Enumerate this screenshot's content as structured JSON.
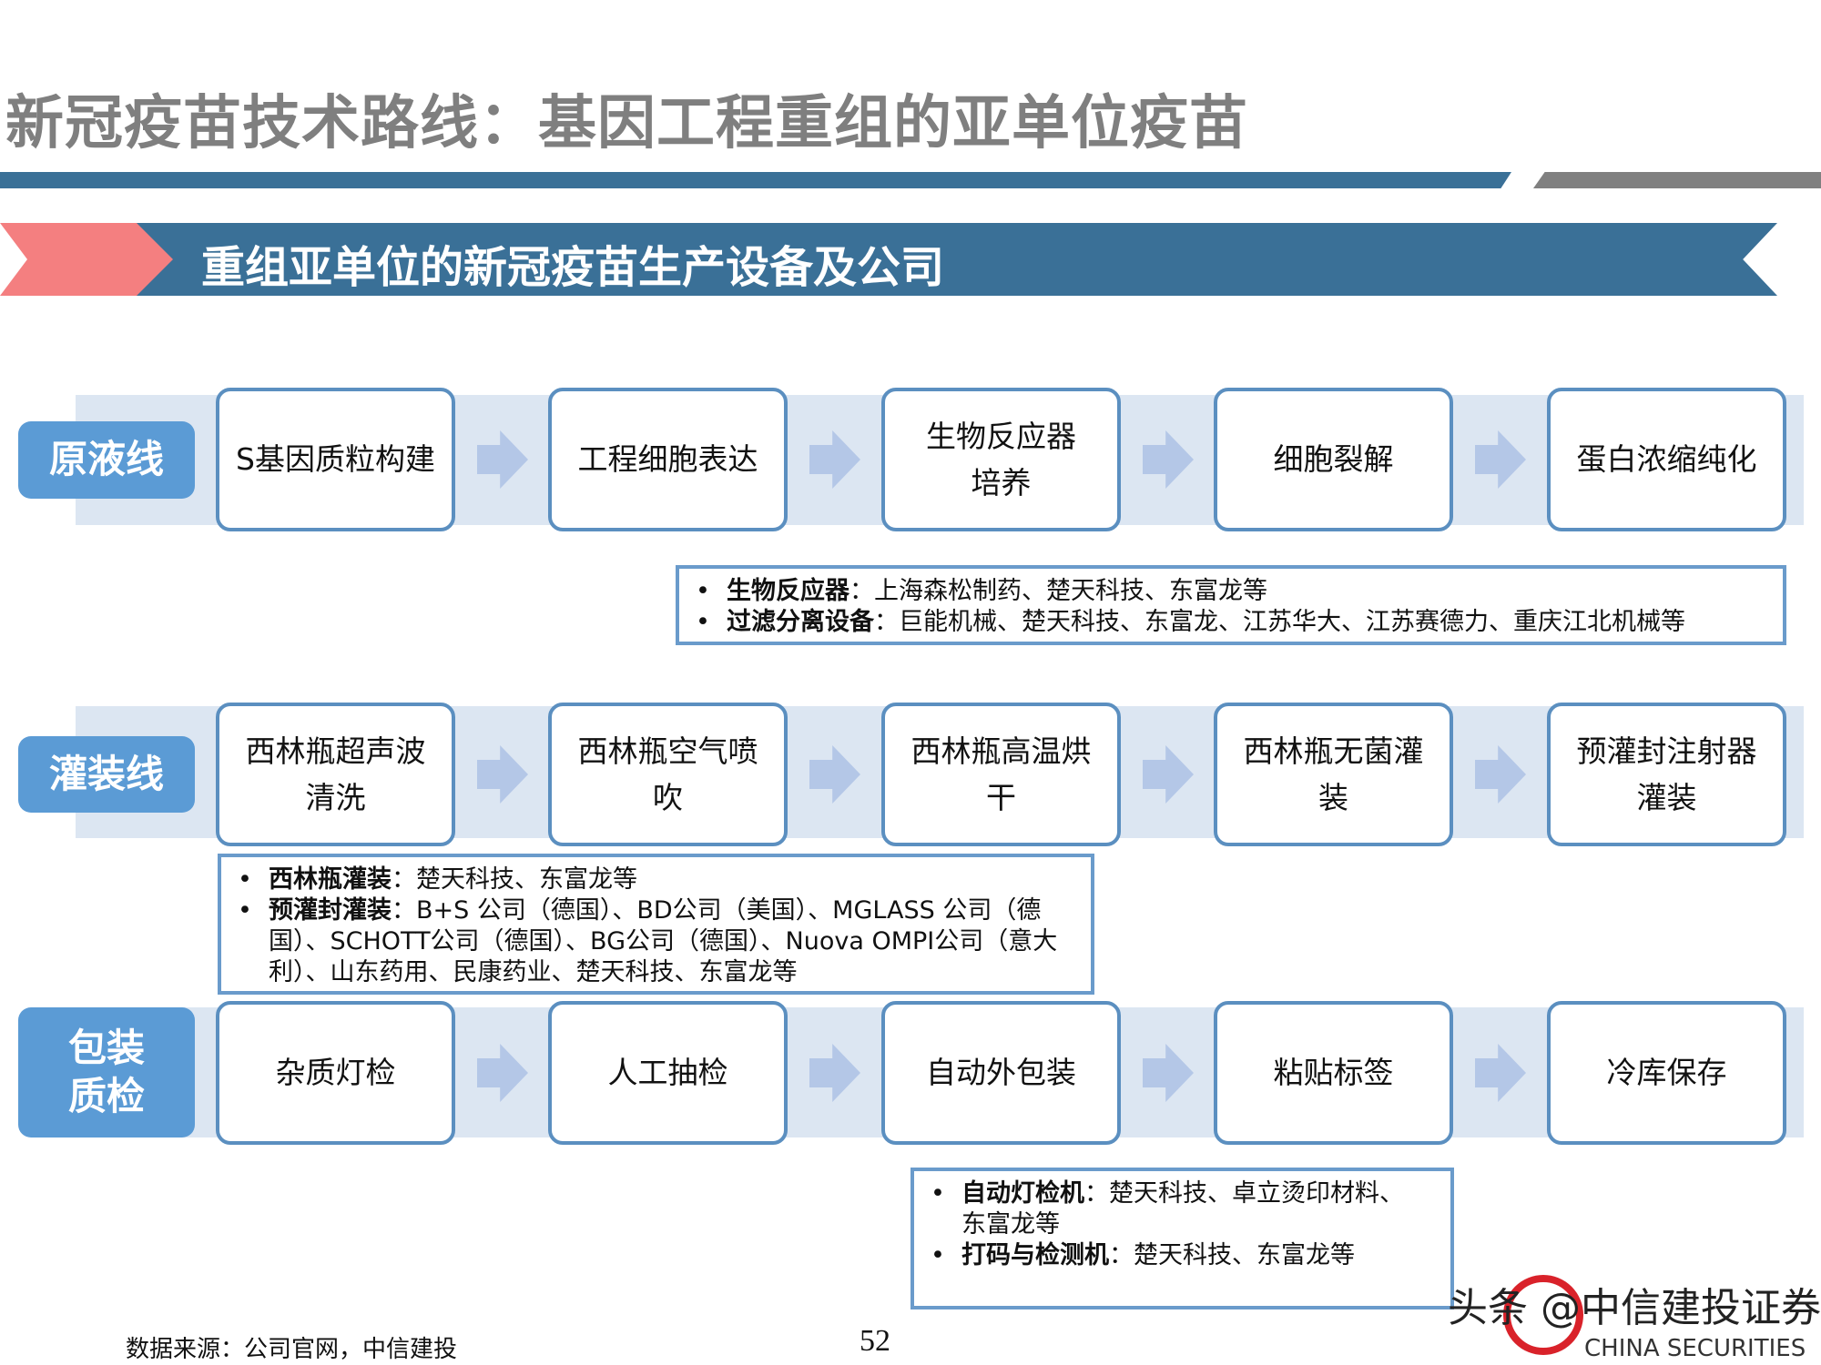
{
  "title": "新冠疫苗技术路线：基因工程重组的亚单位疫苗",
  "banner": "重组亚单位的新冠疫苗生产设备及公司",
  "rows": [
    {
      "label": "原液线",
      "steps": [
        "S基因质粒构建",
        "工程细胞表达",
        "生物反应器\n培养",
        "细胞裂解",
        "蛋白浓缩纯化"
      ]
    },
    {
      "label": "灌装线",
      "steps": [
        "西林瓶超声波\n清洗",
        "西林瓶空气喷\n吹",
        "西林瓶高温烘\n干",
        "西林瓶无菌灌\n装",
        "预灌封注射器\n灌装"
      ]
    },
    {
      "label": "包装\n质检",
      "steps": [
        "杂质灯检",
        "人工抽检",
        "自动外包装",
        "粘贴标签",
        "冷库保存"
      ]
    }
  ],
  "notes": [
    [
      {
        "k": "生物反应器",
        "v": "：上海森松制药、楚天科技、东富龙等"
      },
      {
        "k": "过滤分离设备",
        "v": "：巨能机械、楚天科技、东富龙、江苏华大、江苏赛德力、重庆江北机械等"
      }
    ],
    [
      {
        "k": "西林瓶灌装",
        "v": "：楚天科技、东富龙等"
      },
      {
        "k": "预灌封灌装",
        "v": "：B+S 公司（德国）、BD公司（美国）、MGLASS 公司（德国）、SCHOTT公司（德国）、BG公司（德国）、Nuova OMPI公司（意大利）、山东药用、民康药业、楚天科技、东富龙等"
      }
    ],
    [
      {
        "k": "自动灯检机",
        "v": "：楚天科技、卓立烫印材料、东富龙等"
      },
      {
        "k": "打码与检测机",
        "v": "：楚天科技、东富龙等"
      }
    ]
  ],
  "source": "数据来源：公司官网，中信建投",
  "page_number": "52",
  "watermark": {
    "text": "头条 @中信建投证券",
    "sub": "CHINA SECURITIES"
  },
  "colors": {
    "title": "#7f7f7f",
    "primary": "#3a7097",
    "accent": "#f47f80",
    "pill": "#5b9bd5",
    "band": "#dce6f2",
    "arrow": "#b4c7e7"
  }
}
